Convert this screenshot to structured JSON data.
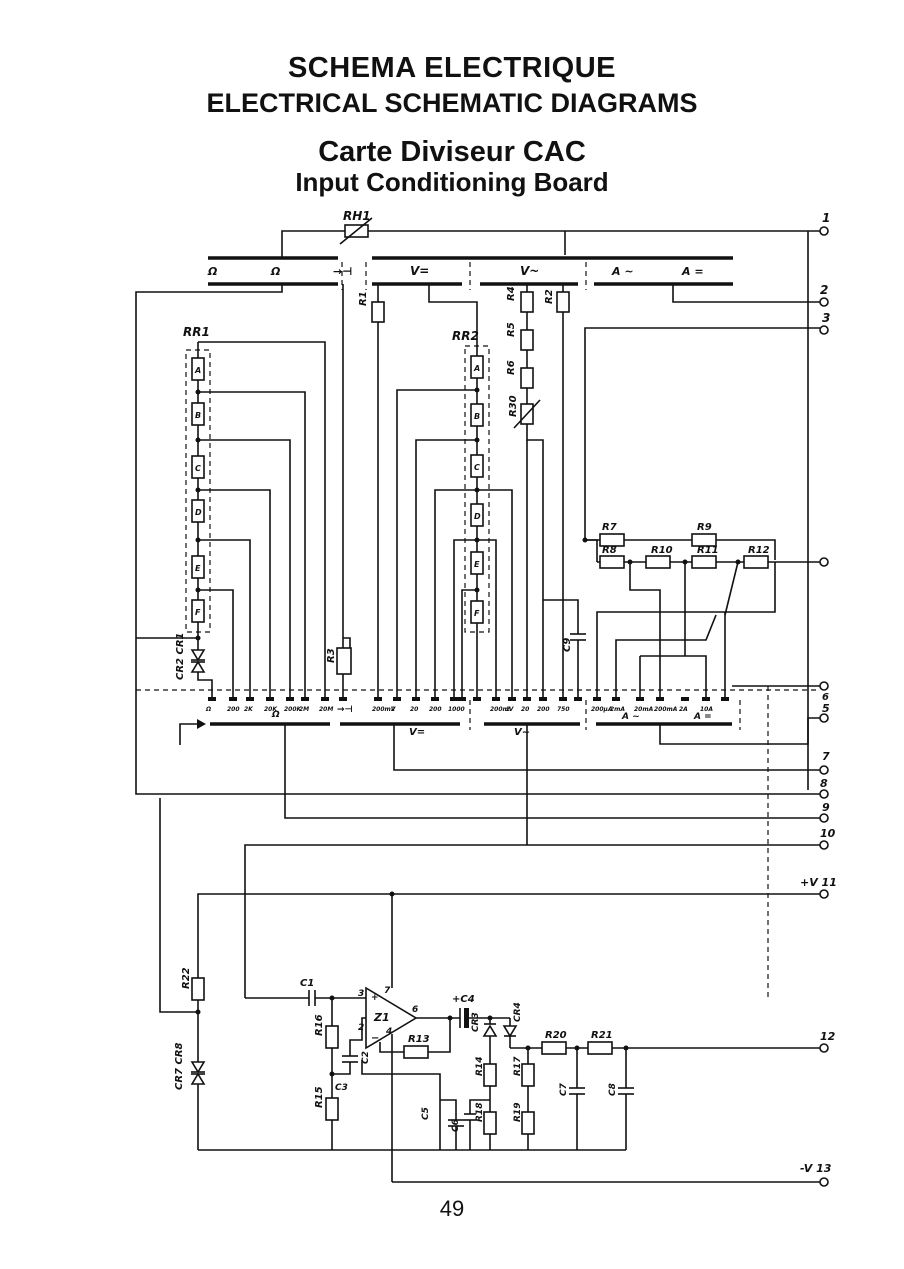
{
  "titles": {
    "fr_main": "SCHEMA ELECTRIQUE",
    "en_main": "ELECTRICAL SCHEMATIC DIAGRAMS",
    "fr_board": "Carte Diviseur CAC",
    "en_board": "Input Conditioning Board"
  },
  "page_number": "49",
  "connectors": {
    "c1": "1",
    "c2": "2",
    "c3": "3",
    "c6": "6",
    "c5": "5",
    "c7": "7",
    "c8": "8",
    "c9": "9",
    "c10": "10",
    "c11": "+V 11",
    "c12": "12",
    "c13": "-V 13"
  },
  "switch_top": {
    "s1": "Ω",
    "s2": "Ω",
    "s3": "→⊣",
    "s4": "V=",
    "s5": "V~",
    "s6": "A ~",
    "s7": "A ="
  },
  "switch_bottom": {
    "s1": "Ω",
    "s2": "→⊣",
    "s3": "V=",
    "s4": "V~",
    "s5": "A ~",
    "s6": "A ="
  },
  "dividers": {
    "rr1": "RR1",
    "rr2": "RR2",
    "a": "A",
    "b": "B",
    "c": "C",
    "d": "D",
    "e": "E",
    "f": "F"
  },
  "range_labels_left": [
    "Ω",
    "200",
    "2K",
    "20K",
    "200K",
    "2M",
    "20M"
  ],
  "range_labels_v_dc": [
    "200mV",
    "2",
    "20",
    "200",
    "1000"
  ],
  "range_labels_v_ac": [
    "200mV",
    "2",
    "20",
    "200",
    "750"
  ],
  "range_labels_a": [
    "200μA",
    "2mA",
    "20mA",
    "200mA",
    "2A",
    "10A"
  ],
  "components": {
    "rh1": "RH1",
    "r1": "R1",
    "r2": "R2",
    "r3": "R3",
    "r4": "R4",
    "r5": "R5",
    "r6": "R6",
    "r7": "R7",
    "r8": "R8",
    "r9": "R9",
    "r10": "R10",
    "r11": "R11",
    "r12": "R12",
    "r13": "R13",
    "r14": "R14",
    "r15": "R15",
    "r16": "R16",
    "r17": "R17",
    "r18": "R18",
    "r19": "R19",
    "r20": "R20",
    "r21": "R21",
    "r22": "R22",
    "r30": "R30",
    "c1": "C1",
    "c2": "C2",
    "c3": "C3",
    "c4": "+C4",
    "c5": "C5",
    "c6": "C6",
    "c7": "C7",
    "c8": "C8",
    "c9": "C9",
    "cr1_2": "CR2 CR1",
    "cr7_8": "CR7 CR8",
    "cr3": "CR3",
    "cr4": "CR4",
    "z1": "Z1",
    "pin2": "2",
    "pin3": "3",
    "pin4": "4",
    "pin6": "6",
    "pin7": "7"
  }
}
